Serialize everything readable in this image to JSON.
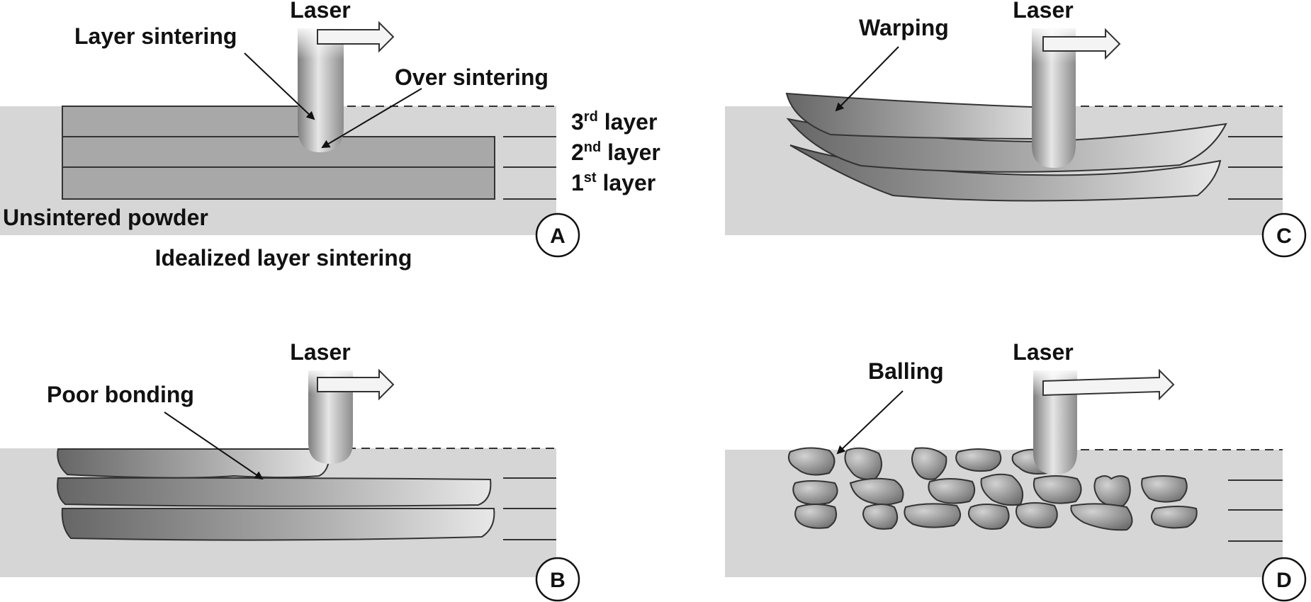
{
  "colors": {
    "powder_bed": "#d6d6d6",
    "layer_fill": "#a8a8a8",
    "outline": "#333333",
    "text": "#111111",
    "arrow_fill": "#f4f4f4"
  },
  "panels": {
    "a": {
      "badge": "A",
      "laser_label": "Laser",
      "layer_sintering_label": "Layer sintering",
      "over_sintering_label": "Over sintering",
      "layer3": {
        "num": "3",
        "sup": "rd",
        "word": " layer"
      },
      "layer2": {
        "num": "2",
        "sup": "nd",
        "word": " layer"
      },
      "layer1": {
        "num": "1",
        "sup": "st",
        "word": " layer"
      },
      "unsintered_label": "Unsintered powder",
      "caption": "Idealized layer sintering"
    },
    "b": {
      "badge": "B",
      "laser_label": "Laser",
      "defect_label": "Poor bonding"
    },
    "c": {
      "badge": "C",
      "laser_label": "Laser",
      "defect_label": "Warping"
    },
    "d": {
      "badge": "D",
      "laser_label": "Laser",
      "defect_label": "Balling"
    }
  }
}
